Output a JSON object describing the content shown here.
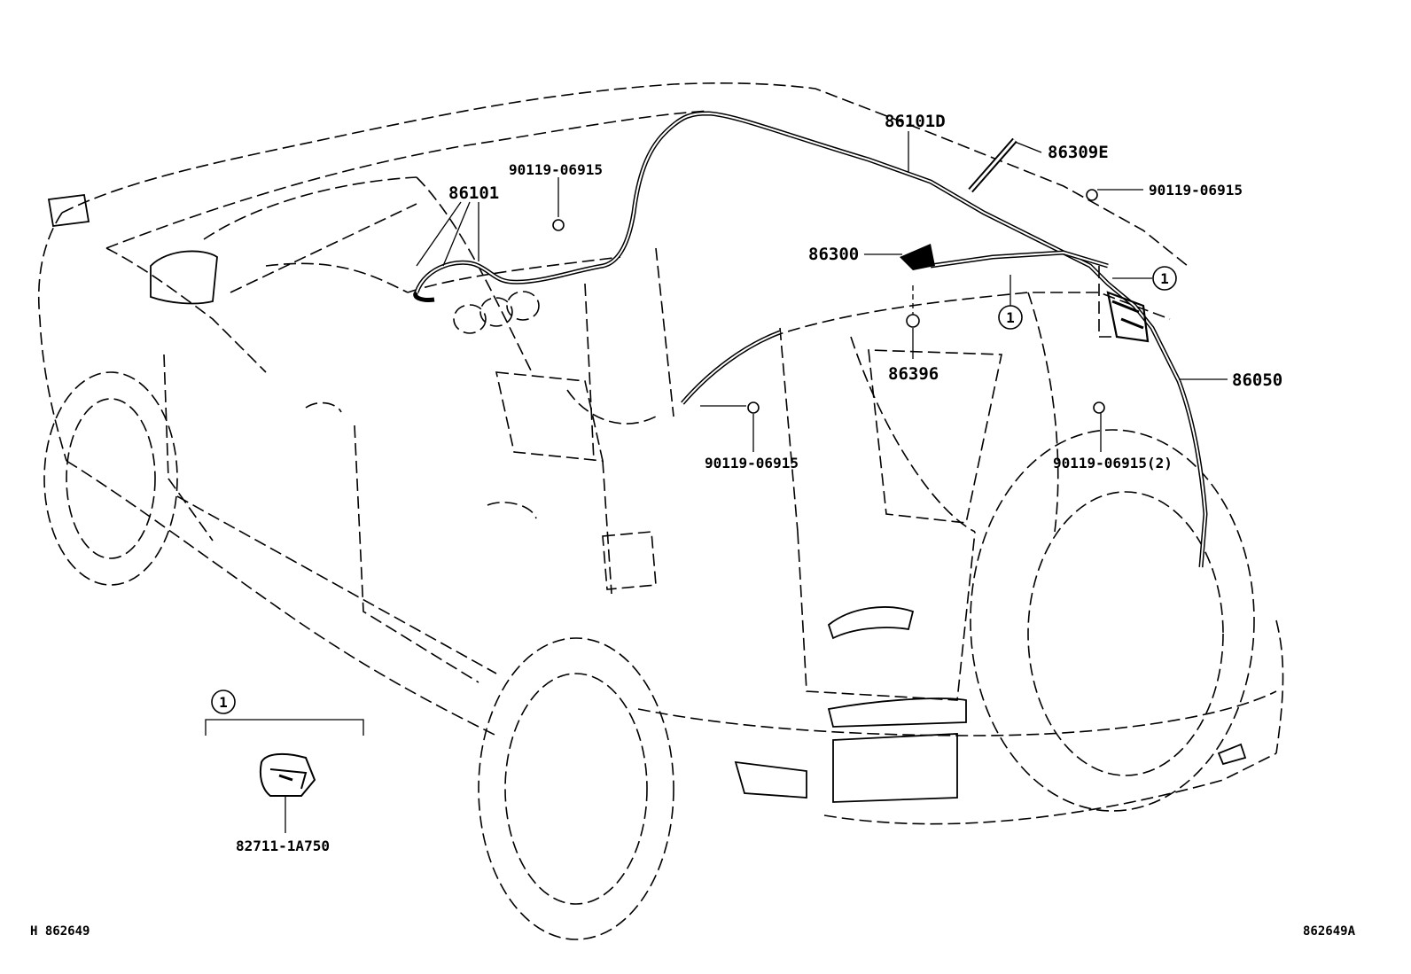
{
  "figure": {
    "background": "#ffffff",
    "line_color": "#000000"
  },
  "callouts": {
    "p86101D": "86101D",
    "p86309E": "86309E",
    "p90119_top_right": "90119-06915",
    "p90119_top_left": "90119-06915",
    "p86101": "86101",
    "p86300": "86300",
    "p86396": "86396",
    "p86050": "86050",
    "p90119_lower_center": "90119-06915",
    "p90119_lower_right": "90119-06915(2)",
    "p82711": "82711-1A750",
    "ref_circle_1": "1",
    "ref_circle_2": "1",
    "ref_circle_3": "1"
  },
  "footer": {
    "left_code": "H  862649",
    "right_code": "862649A"
  },
  "icons": [
    "vehicle-outline",
    "antenna-harness",
    "antenna-amplifier",
    "antenna-rod",
    "bolt",
    "clip",
    "connector"
  ]
}
